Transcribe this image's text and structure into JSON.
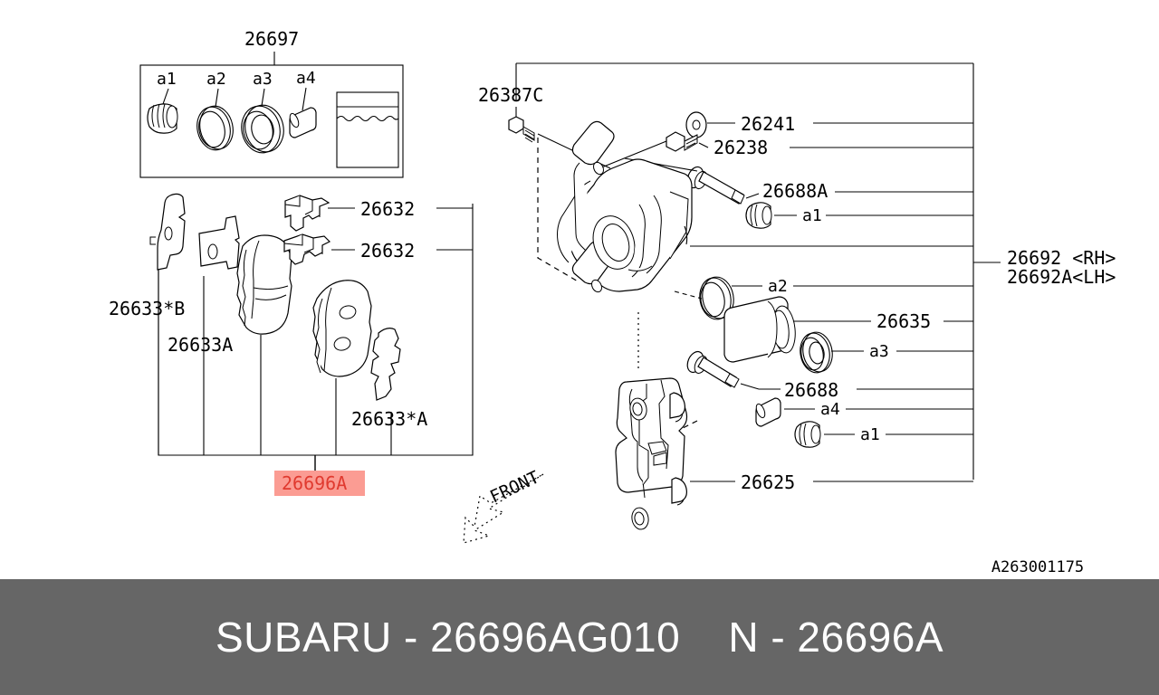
{
  "caption": {
    "brand_part": "SUBARU - 26696AG010",
    "alt_part": "N - 26696A",
    "full_text": "SUBARU - 26696AG010    N - 26696A",
    "bar_color": "#666666",
    "text_color": "#ffffff"
  },
  "diagram": {
    "id_code": "A263001175",
    "orientation_marker": "FRONT",
    "highlight_color": "#fb9c93",
    "highlight_text_color": "#e03a2f"
  },
  "seal_kit_box": {
    "title": "26697",
    "items": [
      {
        "ref": "a1",
        "name": "piston-boot"
      },
      {
        "ref": "a2",
        "name": "piston-seal-small"
      },
      {
        "ref": "a3",
        "name": "piston-seal-large"
      },
      {
        "ref": "a4",
        "name": "pin-bushing"
      },
      {
        "ref": "",
        "name": "grease-packet"
      }
    ]
  },
  "pad_kit_box": {
    "highlighted_label": "26696A",
    "labels": [
      {
        "ref": "26633*B",
        "name": "shim-outer"
      },
      {
        "ref": "26633A",
        "name": "shim-plate"
      },
      {
        "ref": "26632",
        "name": "pad-clip-upper"
      },
      {
        "ref": "26632",
        "name": "pad-clip-lower"
      },
      {
        "ref": "26633*A",
        "name": "shim-inner"
      }
    ]
  },
  "caliper_group": {
    "labels": [
      {
        "ref": "26387C",
        "name": "bleeder-screw"
      },
      {
        "ref": "26241",
        "name": "washer"
      },
      {
        "ref": "26238",
        "name": "banjo-bolt"
      },
      {
        "ref": "26688A",
        "name": "guide-pin-upper"
      },
      {
        "ref": "a1",
        "name": "pin-boot-upper"
      },
      {
        "ref": "26692 <RH>",
        "name": "caliper-assembly-rh"
      },
      {
        "ref": "26692A<LH>",
        "name": "caliper-assembly-lh"
      },
      {
        "ref": "a2",
        "name": "piston-seal"
      },
      {
        "ref": "26635",
        "name": "piston"
      },
      {
        "ref": "a3",
        "name": "dust-seal"
      },
      {
        "ref": "26688",
        "name": "guide-pin-lower"
      },
      {
        "ref": "a4",
        "name": "pin-sleeve"
      },
      {
        "ref": "a1",
        "name": "pin-boot-lower"
      },
      {
        "ref": "26625",
        "name": "caliper-bracket"
      }
    ]
  }
}
